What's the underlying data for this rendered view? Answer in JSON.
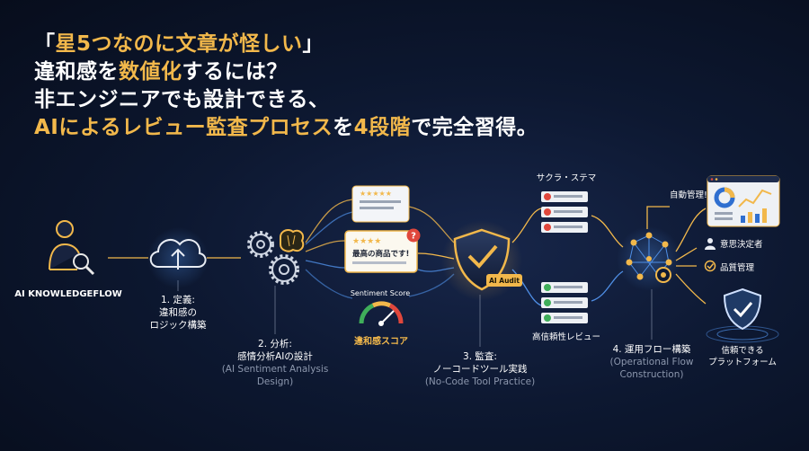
{
  "headline": {
    "line1": [
      {
        "text": "「",
        "gold": false
      },
      {
        "text": "星5つなのに文章が怪しい",
        "gold": true
      },
      {
        "text": "」",
        "gold": false
      }
    ],
    "line2": [
      {
        "text": "違和感を",
        "gold": false
      },
      {
        "text": "数値化",
        "gold": true
      },
      {
        "text": "するには？",
        "gold": false
      }
    ],
    "line3": [
      {
        "text": "非エンジニアでも設計できる、",
        "gold": false
      }
    ],
    "line4": [
      {
        "text": "AIによるレビュー監査プロセス",
        "gold": true
      },
      {
        "text": "を",
        "gold": false
      },
      {
        "text": "4段階",
        "gold": true
      },
      {
        "text": "で完全習得。",
        "gold": false
      }
    ]
  },
  "brand": "AI KNOWLEDGEFLOW",
  "steps": [
    {
      "title": "1. 定義:",
      "lines": [
        "違和感の",
        "ロジック構築"
      ],
      "en": []
    },
    {
      "title": "2. 分析:",
      "lines": [
        "感情分析AIの設計"
      ],
      "en": [
        "(AI Sentiment Analysis",
        "Design)"
      ]
    },
    {
      "title": "3. 監査:",
      "lines": [
        "ノーコードツール実践"
      ],
      "en": [
        "(No-Code Tool Practice)"
      ]
    },
    {
      "title": "4. 運用フロー構築",
      "lines": [],
      "en": [
        "(Operational Flow",
        "Construction)"
      ]
    }
  ],
  "review_card": {
    "stars": "★★★★",
    "text": "最高の商品です!",
    "badge": "?"
  },
  "top_card_stars": "★★★★★",
  "sentiment_label": "Sentiment Score",
  "gauge_label": "違和感スコア",
  "shield_label": "AI Audit",
  "sakura_label": "サクラ・ステマ",
  "high_trust_label": "高信頼性レビュー",
  "auto_label": "自動管理!",
  "outputs": {
    "decision": "意思決定者",
    "quality": "品質管理",
    "platform_lines": [
      "信頼できる",
      "プラットフォーム"
    ]
  },
  "colors": {
    "gold": "#f2b84b",
    "blue": "#4f8fe6",
    "red": "#e0473c",
    "green": "#3fae5a",
    "bg": "#0a1226"
  },
  "icons": [
    "user-magnifier-icon",
    "cloud-upload-icon",
    "gears-brain-icon",
    "review-card-icon",
    "gauge-icon",
    "shield-check-icon",
    "flag-list-icon",
    "check-list-icon",
    "network-gear-icon",
    "dashboard-icon",
    "person-icon",
    "check-circle-icon",
    "shield-icon"
  ]
}
